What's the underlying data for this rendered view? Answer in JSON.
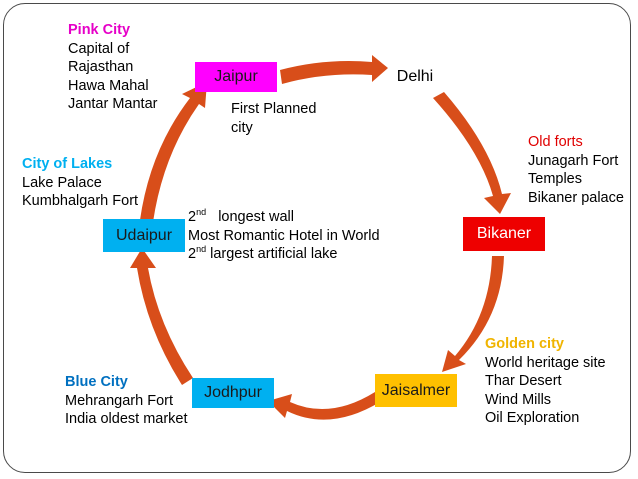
{
  "cities": {
    "jaipur": {
      "name": "Jaipur",
      "color": "#ff00ff",
      "text_color": "#1a1a1a"
    },
    "delhi": {
      "name": "Delhi"
    },
    "bikaner": {
      "name": "Bikaner",
      "color": "#ee0000",
      "text_color": "#ffffff"
    },
    "jaisalmer": {
      "name": "Jaisalmer",
      "color": "#ffc000",
      "text_color": "#1a1a1a"
    },
    "jodhpur": {
      "name": "Jodhpur",
      "color": "#00b0f0",
      "text_color": "#1a1a1a"
    },
    "udaipur": {
      "name": "Udaipur",
      "color": "#00b0f0",
      "text_color": "#1a1a1a"
    }
  },
  "notes": {
    "jaipur": {
      "heading": "Pink City",
      "heading_color": "#e600c8",
      "lines": [
        "Capital of",
        "Rajasthan",
        "Hawa Mahal",
        "Jantar Mantar"
      ],
      "extra": [
        "First Planned",
        "city"
      ]
    },
    "bikaner": {
      "heading": "Old forts",
      "heading_color": "#e00000",
      "lines": [
        "Junagarh Fort",
        "Temples",
        "Bikaner palace"
      ]
    },
    "jaisalmer": {
      "heading": "Golden city",
      "heading_color": "#f0b400",
      "lines": [
        "World heritage site",
        "Thar Desert",
        "Wind Mills",
        "Oil Exploration"
      ]
    },
    "jodhpur": {
      "heading": "Blue City",
      "heading_color": "#0070c0",
      "lines": [
        "Mehrangarh Fort",
        "India oldest market"
      ]
    },
    "udaipur": {
      "heading": "City of Lakes",
      "heading_color": "#00b0f0",
      "lines": [
        "Lake Palace",
        "Kumbhalgarh Fort"
      ],
      "center": {
        "l1_sup": "2nd",
        "l1_text": "longest wall",
        "l2_text": "Most Romantic Hotel in World",
        "l3_sup": "2nd",
        "l3_text": "largest artificial lake"
      }
    }
  },
  "arrow_color": "#d84e1a",
  "frame_color": "#4a4a4a"
}
